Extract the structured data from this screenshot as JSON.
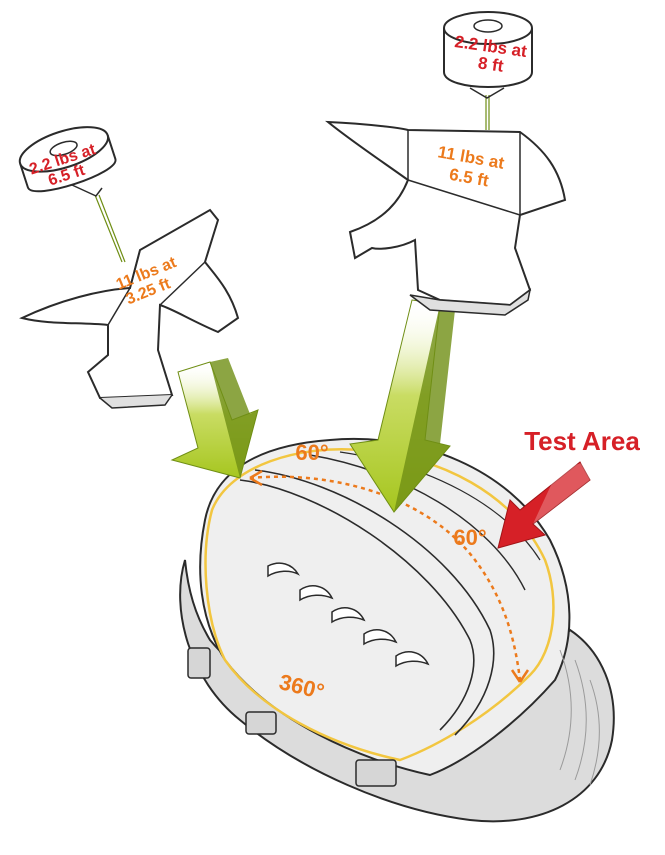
{
  "colors": {
    "weight_text": "#d62027",
    "anvil_text": "#ec7a1c",
    "angle_text": "#ec7a1c",
    "test_area_text": "#d62027",
    "arrow_green": "#a6c61f",
    "arrow_dark": "#6f8e14",
    "red_arrow": "#d62027",
    "helmet_shell": "#e6e6e6",
    "outline": "#2b2b2b"
  },
  "weights": {
    "left_line1": "2.2 lbs at",
    "left_line2": "6.5 ft",
    "right_line1": "2.2 lbs at",
    "right_line2": "8 ft"
  },
  "anvils": {
    "left_line1": "11 lbs at",
    "left_line2": "3.25 ft",
    "right_line1": "11 lbs at",
    "right_line2": "6.5 ft"
  },
  "angles": {
    "top": "60°",
    "side": "60°",
    "around": "360°"
  },
  "test_area": "Test Area",
  "icons": {
    "impact_arrow": "impact-arrow-icon",
    "pointer_arrow": "red-pointer-arrow-icon"
  }
}
